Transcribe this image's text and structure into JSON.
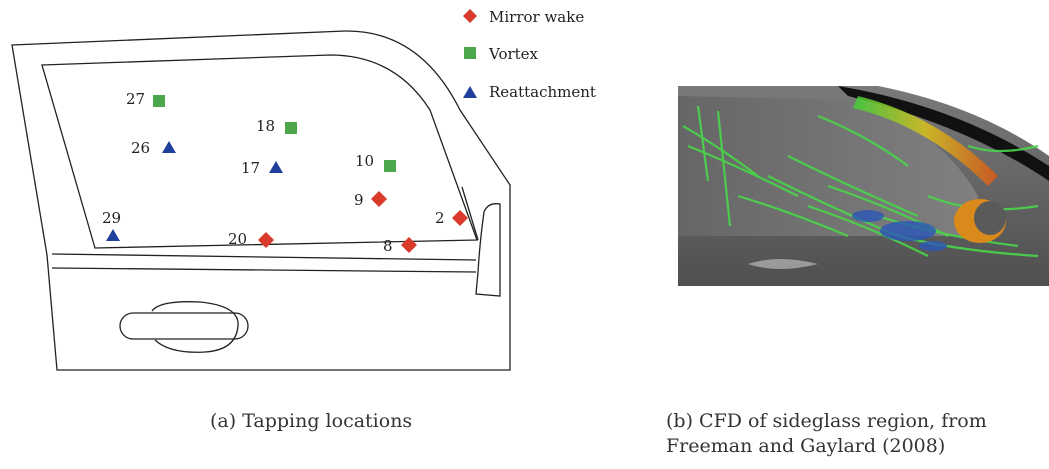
{
  "legend": [
    {
      "label": "Mirror wake",
      "marker": "diamond",
      "color": "#d93a2b"
    },
    {
      "label": "Vortex",
      "marker": "square",
      "color": "#4ca64c"
    },
    {
      "label": "Reattachment",
      "marker": "triangle",
      "color": "#1f3f9c"
    }
  ],
  "tappings": [
    {
      "label": "27",
      "type": "Vortex"
    },
    {
      "label": "26",
      "type": "Reattachment"
    },
    {
      "label": "18",
      "type": "Vortex"
    },
    {
      "label": "17",
      "type": "Reattachment"
    },
    {
      "label": "10",
      "type": "Vortex"
    },
    {
      "label": "9",
      "type": "Mirror wake"
    },
    {
      "label": "2",
      "type": "Mirror wake"
    },
    {
      "label": "29",
      "type": "Reattachment"
    },
    {
      "label": "20",
      "type": "Mirror wake"
    },
    {
      "label": "8",
      "type": "Mirror wake"
    }
  ],
  "captions": {
    "a": "(a) Tapping locations",
    "b_line1": "(b) CFD of sideglass region, from",
    "b_line2": "Freeman and Gaylard (2008)"
  },
  "colors": {
    "outline": "#222222",
    "cfd_body": "#6b6b6b",
    "cfd_flow": "#49d64a"
  }
}
